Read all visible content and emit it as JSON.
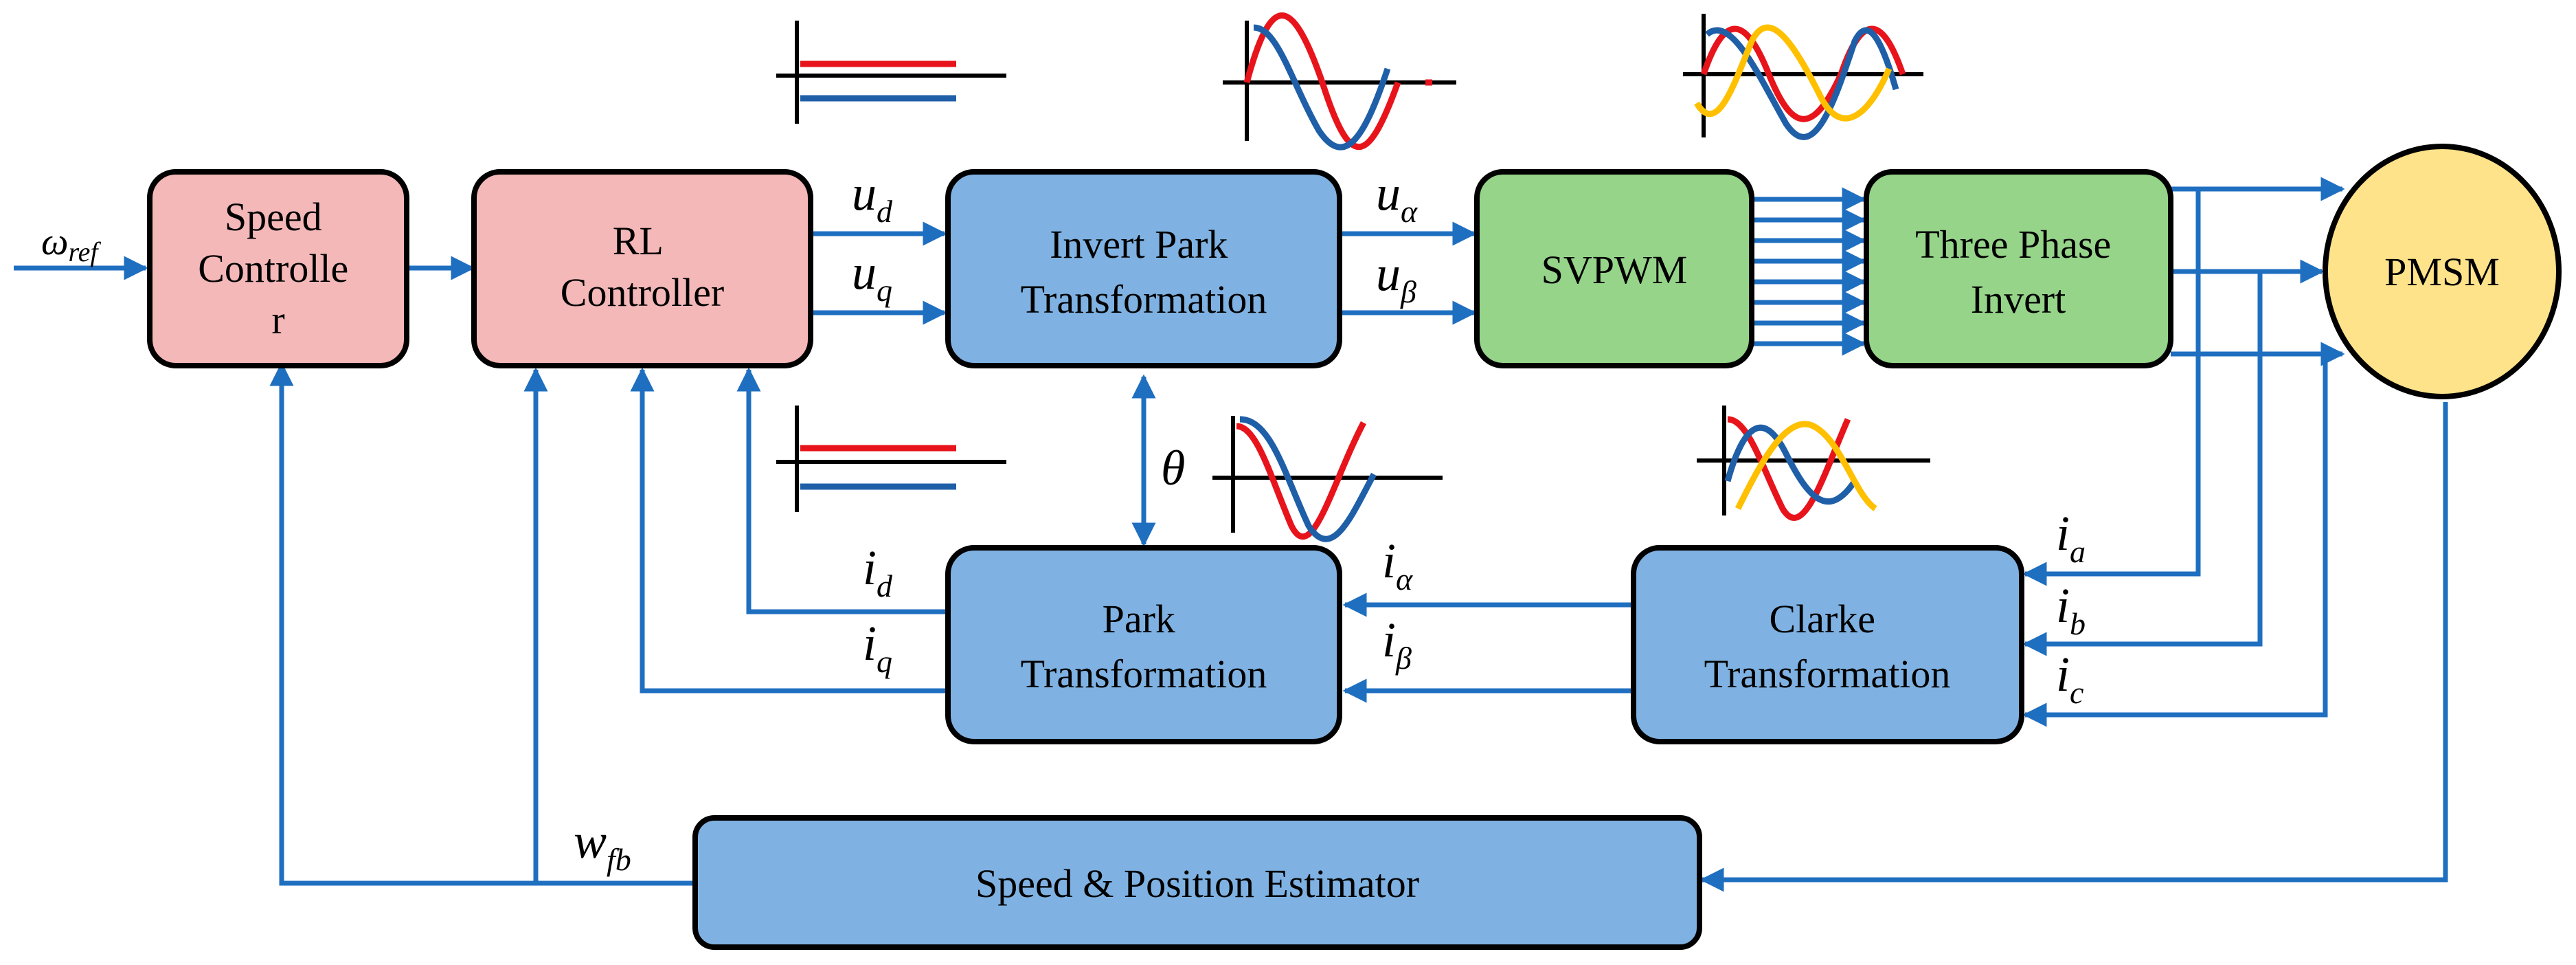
{
  "colors": {
    "pink": "#f4b8b8",
    "blue": "#7fb2e2",
    "green": "#96d48a",
    "yellow": "#ffe38a",
    "wire": "#1f6fc0",
    "red": "#e8141b",
    "wave_blue": "#1f5fa8",
    "wave_yellow": "#ffc000"
  },
  "blocks": {
    "speed_controller": {
      "lines": [
        "Speed",
        "Controlle",
        "r"
      ]
    },
    "rl_controller": {
      "lines": [
        "RL",
        "Controller"
      ]
    },
    "inv_park": {
      "lines": [
        "Invert Park",
        "Transformation"
      ]
    },
    "svpwm": {
      "lines": [
        "SVPWM"
      ]
    },
    "three_phase": {
      "lines": [
        "Three Phase",
        "Invert"
      ]
    },
    "pmsm": {
      "lines": [
        "PMSM"
      ]
    },
    "park": {
      "lines": [
        "Park",
        "Transformation"
      ]
    },
    "clarke": {
      "lines": [
        "Clarke",
        "Transformation"
      ]
    },
    "estimator": {
      "lines": [
        "Speed & Position Estimator"
      ]
    }
  },
  "symbols": {
    "omega": "ω",
    "ref": "ref",
    "u": "u",
    "d": "d",
    "q": "q",
    "alpha": "α",
    "beta": "β",
    "i": "i",
    "a": "a",
    "b": "b",
    "c": "c",
    "theta": "θ",
    "w": "w",
    "fb": "fb"
  }
}
